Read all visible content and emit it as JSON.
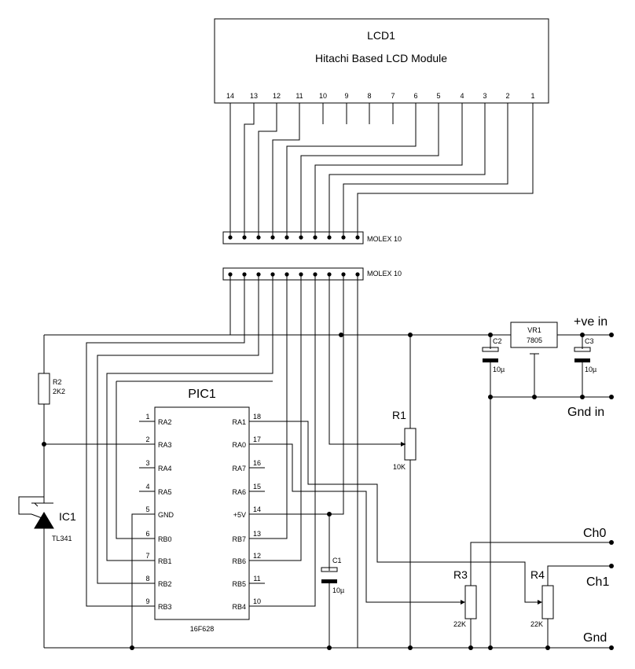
{
  "lcd": {
    "name": "LCD1",
    "desc": "Hitachi Based LCD Module",
    "pins": [
      "14",
      "13",
      "12",
      "11",
      "10",
      "9",
      "8",
      "7",
      "6",
      "5",
      "4",
      "3",
      "2",
      "1"
    ]
  },
  "connectors": {
    "top_label": "MOLEX 10",
    "bottom_label": "MOLEX 10"
  },
  "pic": {
    "name": "PIC1",
    "part": "16F628",
    "left_pins": [
      {
        "num": "1",
        "label": "RA2"
      },
      {
        "num": "2",
        "label": "RA3"
      },
      {
        "num": "3",
        "label": "RA4"
      },
      {
        "num": "4",
        "label": "RA5"
      },
      {
        "num": "5",
        "label": "GND"
      },
      {
        "num": "6",
        "label": "RB0"
      },
      {
        "num": "7",
        "label": "RB1"
      },
      {
        "num": "8",
        "label": "RB2"
      },
      {
        "num": "9",
        "label": "RB3"
      }
    ],
    "right_pins": [
      {
        "num": "18",
        "label": "RA1"
      },
      {
        "num": "17",
        "label": "RA0"
      },
      {
        "num": "16",
        "label": "RA7"
      },
      {
        "num": "15",
        "label": "RA6"
      },
      {
        "num": "14",
        "label": "+5V"
      },
      {
        "num": "13",
        "label": "RB7"
      },
      {
        "num": "12",
        "label": "RB6"
      },
      {
        "num": "11",
        "label": "RB5"
      },
      {
        "num": "10",
        "label": "RB4"
      }
    ]
  },
  "components": {
    "r1": {
      "name": "R1",
      "value": "10K"
    },
    "r2": {
      "name": "R2",
      "value": "2K2"
    },
    "r3": {
      "name": "R3",
      "value": "22K"
    },
    "r4": {
      "name": "R4",
      "value": "22K"
    },
    "c1": {
      "name": "C1",
      "value": "10µ"
    },
    "c2": {
      "name": "C2",
      "value": "10µ"
    },
    "c3": {
      "name": "C3",
      "value": "10µ"
    },
    "vr1": {
      "name": "VR1",
      "value": "7805"
    },
    "ic1": {
      "name": "IC1",
      "value": "TL341"
    }
  },
  "terminals": {
    "ve_in": "+ve in",
    "gnd_in": "Gnd in",
    "ch0": "Ch0",
    "ch1": "Ch1",
    "gnd": "Gnd"
  }
}
